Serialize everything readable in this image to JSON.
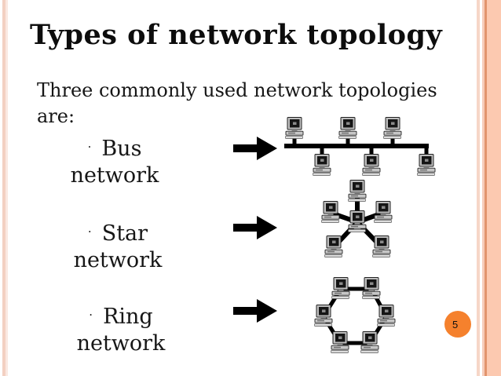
{
  "slide": {
    "title": "Types of network topology",
    "intro": "Three commonly used network topologies are:",
    "bullet_char": "·",
    "bullets": [
      {
        "name": "Bus",
        "suffix": "network"
      },
      {
        "name": "Star",
        "suffix": "network"
      },
      {
        "name": "Ring",
        "suffix": "network"
      }
    ],
    "diagrams": [
      {
        "id": "bus",
        "title": "Bus network diagram",
        "computer_count": 6,
        "layout": "3 computers above and 3 below a horizontal backbone cable"
      },
      {
        "id": "star",
        "title": "Star network diagram",
        "computer_count": 6,
        "layout": "5 computers linked by spokes to one central computer"
      },
      {
        "id": "ring",
        "title": "Ring network diagram",
        "computer_count": 6,
        "layout": "6 computers connected in a closed hexagonal ring"
      }
    ],
    "page_number": "5",
    "colors": {
      "accent_circle": "#f5812d",
      "stripe_light_pink": "#f3d0c2",
      "stripe_salmon": "#fcc9b0",
      "stripe_orange_line": "#e2946e",
      "text": "#161616",
      "diagram_lines": "#000000"
    }
  }
}
